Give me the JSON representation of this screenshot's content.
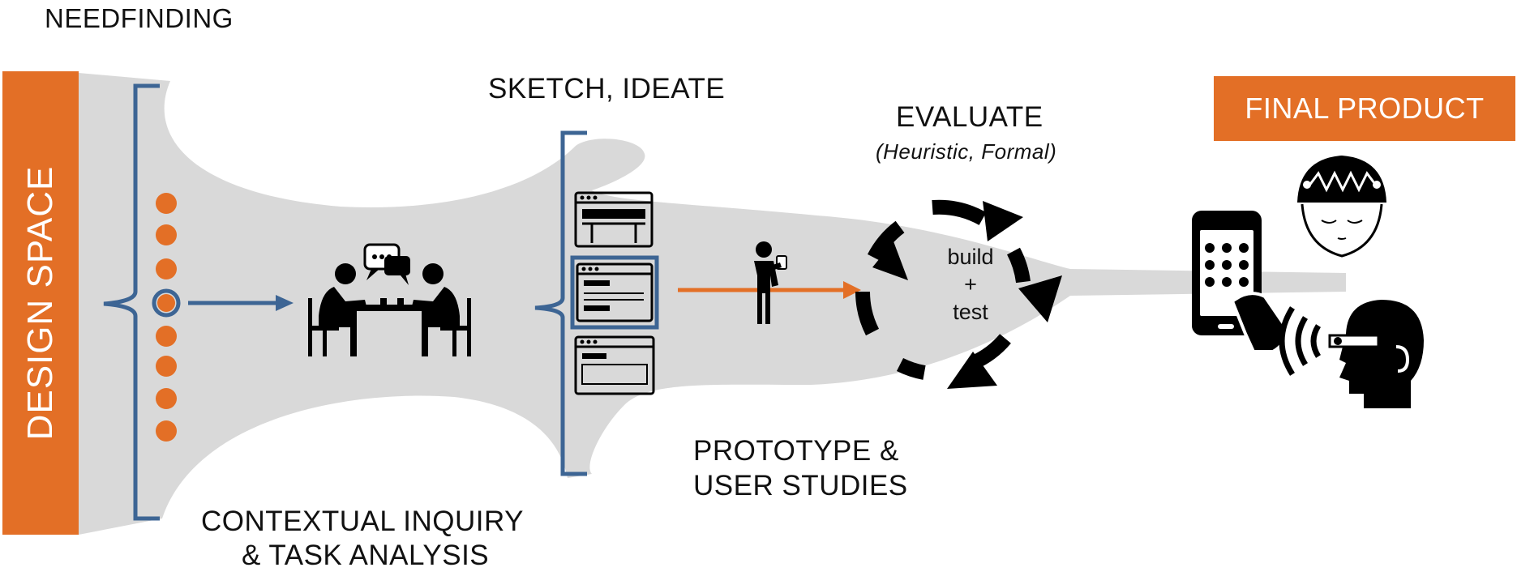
{
  "labels": {
    "needfinding": "NEEDFINDING",
    "design_space": "DESIGN SPACE",
    "sketch_ideate": "SKETCH, IDEATE",
    "evaluate": "EVALUATE",
    "evaluate_sub": "(Heuristic, Formal)",
    "final_product": "FINAL PRODUCT",
    "prototype_line1": "PROTOTYPE &",
    "prototype_line2": "USER STUDIES",
    "contextual_line1": "CONTEXTUAL INQUIRY",
    "contextual_line2": "& TASK ANALYSIS",
    "loop_build": "build",
    "loop_plus": "+",
    "loop_test": "test"
  },
  "colors": {
    "accent_orange": "#e36f26",
    "bracket_blue": "#3d6594",
    "funnel_gray": "#d9d9d9",
    "icon_black": "#000000"
  },
  "icons": [
    "people-discussion-icon",
    "interface-sketch-icon",
    "user-with-phone-icon",
    "cycle-arrows-icon",
    "smartphone-hand-icon",
    "eeg-headset-icon",
    "audio-wearable-icon"
  ]
}
